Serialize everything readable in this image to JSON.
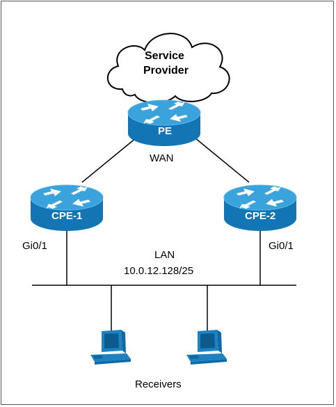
{
  "cloud": {
    "line1": "Service",
    "line2": "Provider"
  },
  "routers": {
    "pe": {
      "label": "PE"
    },
    "cpe1": {
      "label": "CPE-1"
    },
    "cpe2": {
      "label": "CPE-2"
    }
  },
  "links": {
    "wan": "WAN"
  },
  "interfaces": {
    "cpe1": "Gi0/1",
    "cpe2": "Gi0/1"
  },
  "lan": {
    "label": "LAN",
    "subnet": "10.0.12.128/25"
  },
  "hosts": {
    "label": "Receivers"
  },
  "colors": {
    "router_top": "#3aa3dc",
    "router_side": "#1475b5",
    "router_rim": "#2a8ccd",
    "host": "#1b82c4",
    "line": "#000000"
  }
}
